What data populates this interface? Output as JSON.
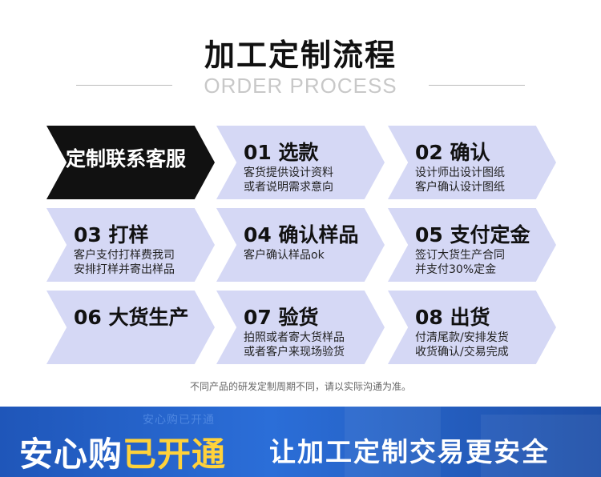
{
  "title": "加工定制流程",
  "subtitle": "ORDER PROCESS",
  "steps": [
    {
      "num": "定制联系客服",
      "desc1": "",
      "desc2": ""
    },
    {
      "num": "01 选款",
      "desc1": "客货提供设计资料",
      "desc2": "或者说明需求意向"
    },
    {
      "num": "02  确认",
      "desc1": "设计师出设计图纸",
      "desc2": "客户确认设计图纸"
    },
    {
      "num": "03 打样",
      "desc1": "客户支付打样费我司",
      "desc2": "安排打样并寄出样品"
    },
    {
      "num": "04  确认样品",
      "desc1": "客户确认样品ok",
      "desc2": ""
    },
    {
      "num": "05 支付定金",
      "desc1": "签订大货生产合同",
      "desc2": "并支付30%定金"
    },
    {
      "num": "06 大货生产",
      "desc1": "",
      "desc2": ""
    },
    {
      "num": "07 验货",
      "desc1": "拍照或者寄大货样品",
      "desc2": "或者客户来现场验货"
    },
    {
      "num": "08 出货",
      "desc1": "付清尾款/安排发货",
      "desc2": "收货确认/交易完成"
    }
  ],
  "note": "不同产品的研发定制周期不同，请以实际沟通为准。",
  "banner": {
    "ghost": "安心购已开通",
    "left_a": "安心购",
    "left_b": "已开通",
    "right": "让加工定制交易更安全"
  },
  "colors": {
    "chevron": "#d5d8f5",
    "first_chevron": "#111111",
    "banner": "#2b6ed8",
    "highlight": "#ffd23a"
  }
}
